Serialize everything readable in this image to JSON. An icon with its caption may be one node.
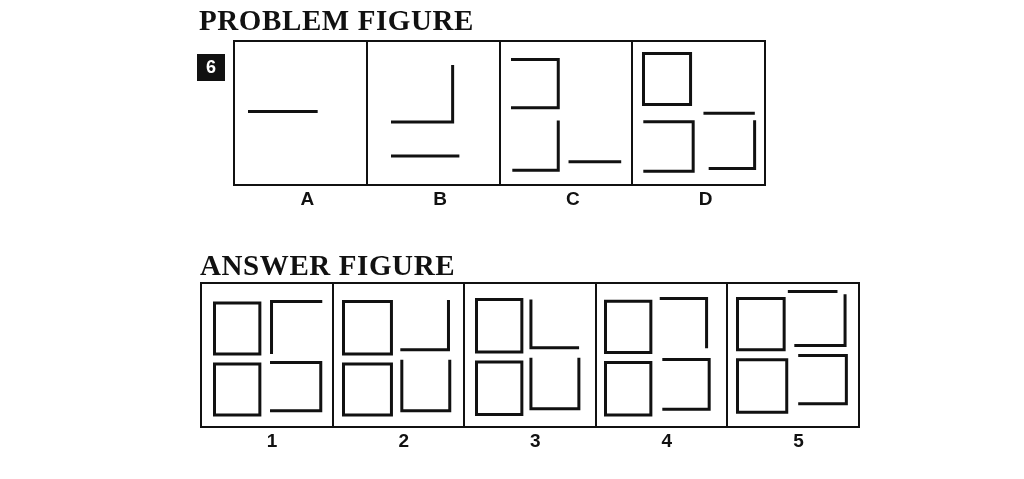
{
  "diagram": {
    "nodes": [
      {
        "text": [
          "PROBLEM FIGURE"
        ]
      },
      {
        "text": [],
        "shape": "picture",
        "in": 0,
        "beside": [
          "A"
        ]
      },
      {
        "text": [],
        "shape": "picture",
        "in": 0,
        "beside": [
          "B"
        ]
      },
      {
        "text": [],
        "shape": "picture",
        "in": 0,
        "beside": [
          "C"
        ]
      },
      {
        "text": [],
        "shape": "picture",
        "in": 0,
        "beside": [
          "D"
        ]
      },
      {
        "text": [
          "ANSWER FIGURE"
        ]
      },
      {
        "text": [],
        "shape": "picture",
        "in": 5,
        "beside": [
          "1"
        ]
      },
      {
        "text": [],
        "shape": "picture",
        "in": 5,
        "beside": [
          "2"
        ]
      },
      {
        "text": [],
        "shape": "picture",
        "in": 5,
        "beside": [
          "3"
        ]
      },
      {
        "text": [],
        "shape": "picture",
        "in": 5,
        "beside": [
          "4"
        ]
      },
      {
        "text": [],
        "shape": "picture",
        "in": 5,
        "beside": [
          "5"
        ]
      }
    ],
    "labels": [
      "6"
    ]
  }
}
